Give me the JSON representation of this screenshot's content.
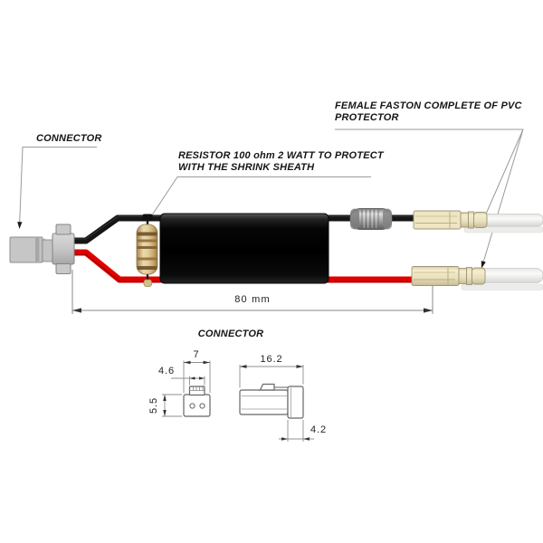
{
  "annotations": {
    "connector_top": {
      "label": "CONNECTOR"
    },
    "resistor": {
      "line1": "RESISTOR 100 ohm 2 WATT TO PROTECT",
      "line2": "WITH THE SHRINK SHEATH"
    },
    "faston": {
      "line1": "FEMALE FASTON COMPLETE OF PVC",
      "line2": "PROTECTOR"
    }
  },
  "dimensions": {
    "overall_length": "80 mm",
    "connector_front": {
      "width": "7",
      "tab_width": "4.6",
      "height": "5.5"
    },
    "connector_side": {
      "length": "16.2",
      "tail_height": "4.2"
    }
  },
  "detail_section": {
    "title": "CONNECTOR"
  },
  "colors": {
    "wire_black": "#151515",
    "wire_red": "#e10000",
    "sheath_black": "#0a0a0a",
    "resistor_tan": "#e2cf9c",
    "connector_gray": "#c6c6c6",
    "faston_cream": "#eee5c3",
    "wire_white": "#f4f4f2",
    "leader_gray": "#9a9a9a"
  }
}
